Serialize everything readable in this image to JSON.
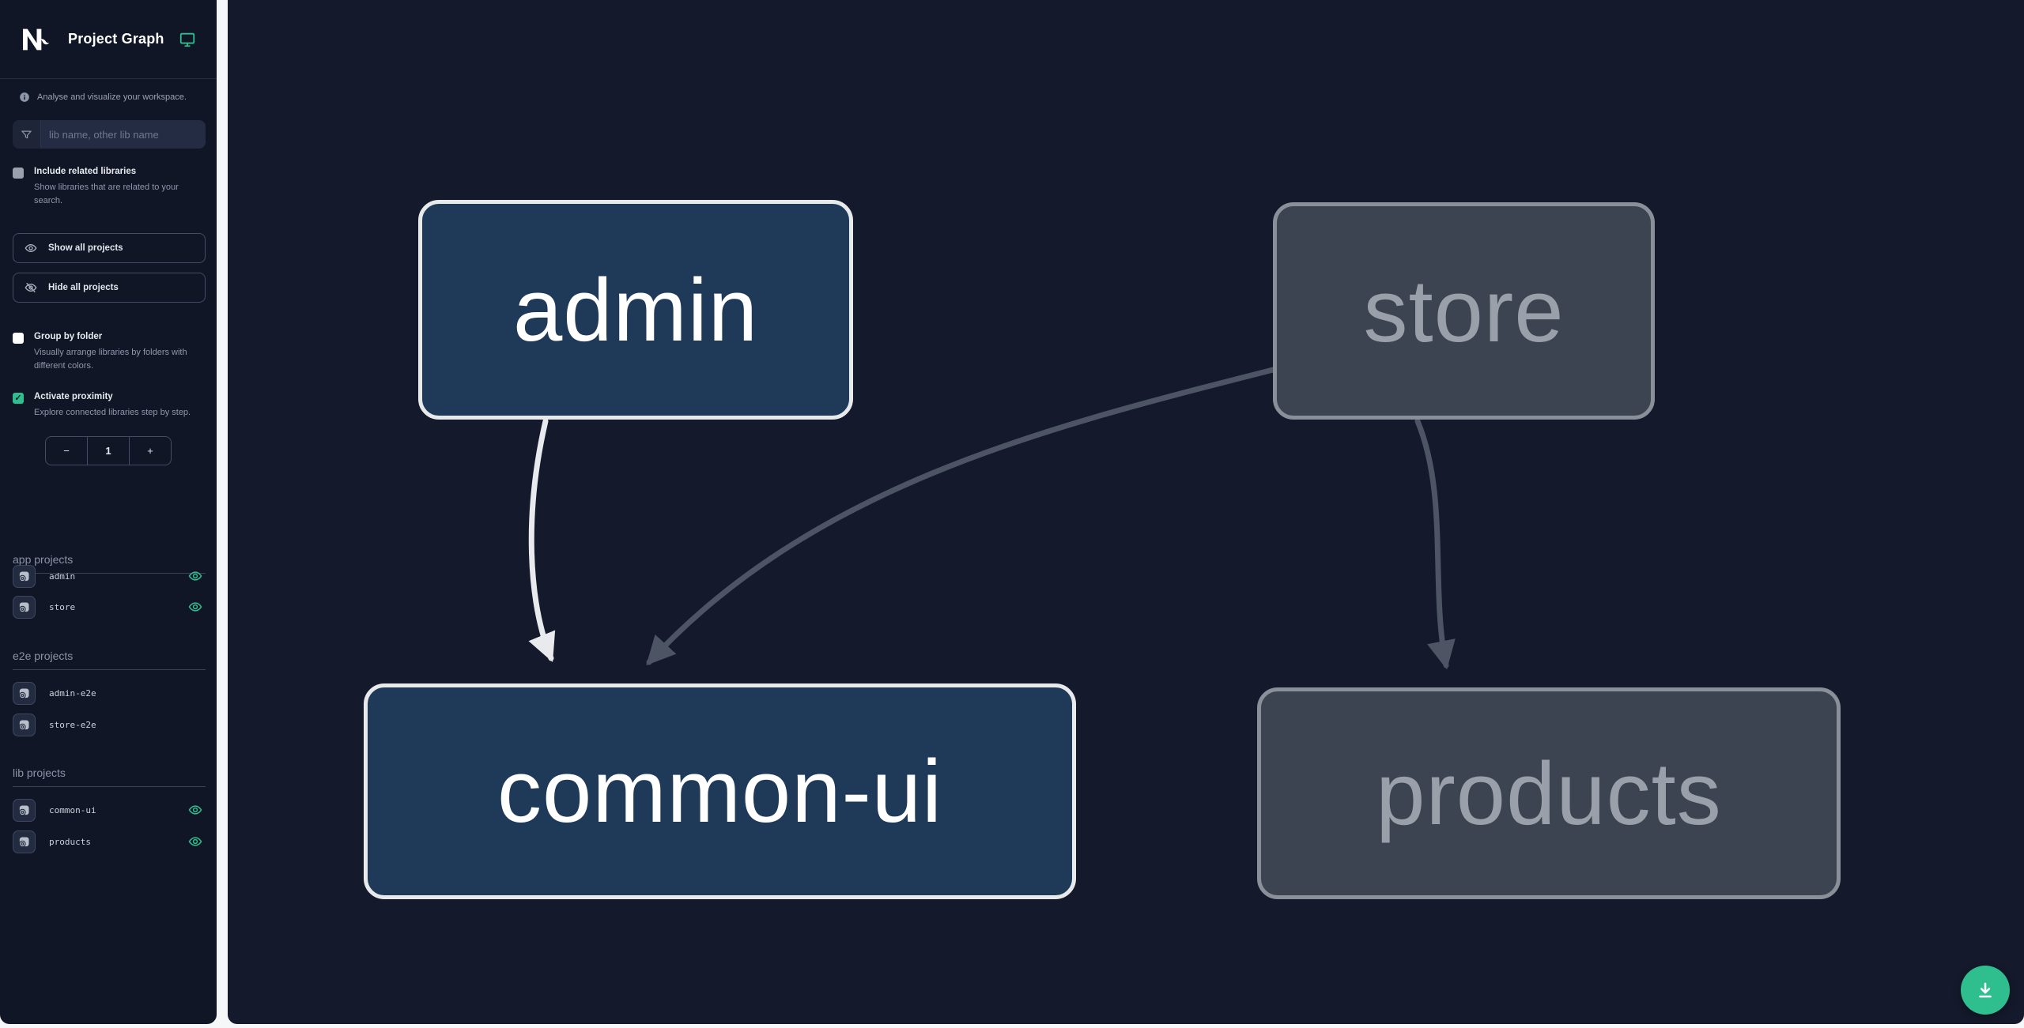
{
  "header": {
    "title": "Project Graph"
  },
  "intro": {
    "text": "Analyse and visualize your workspace."
  },
  "filter": {
    "placeholder": "lib name, other lib name"
  },
  "options": {
    "include_related": {
      "label": "Include related libraries",
      "description": "Show libraries that are related to your search.",
      "checked": false
    },
    "group_by_folder": {
      "label": "Group by folder",
      "description": "Visually arrange libraries by folders with different colors.",
      "checked": false
    },
    "activate_proximity": {
      "label": "Activate proximity",
      "description": "Explore connected libraries step by step.",
      "checked": true,
      "check_glyph": "✓"
    }
  },
  "actions": {
    "show_all_label": "Show all projects",
    "hide_all_label": "Hide all projects"
  },
  "stepper": {
    "decrement": "−",
    "value": "1",
    "increment": "+"
  },
  "sections": [
    {
      "title": "app projects",
      "items": [
        {
          "name": "admin",
          "visible": true
        },
        {
          "name": "store",
          "visible": true
        }
      ]
    },
    {
      "title": "e2e projects",
      "items": [
        {
          "name": "admin-e2e",
          "visible": false
        },
        {
          "name": "store-e2e",
          "visible": false
        }
      ]
    },
    {
      "title": "lib projects",
      "items": [
        {
          "name": "common-ui",
          "visible": true
        },
        {
          "name": "products",
          "visible": true
        }
      ]
    }
  ],
  "graph": {
    "nodes": [
      {
        "id": "admin",
        "label": "admin",
        "state": "focused"
      },
      {
        "id": "store",
        "label": "store",
        "state": "faded"
      },
      {
        "id": "common-ui",
        "label": "common-ui",
        "state": "focused"
      },
      {
        "id": "products",
        "label": "products",
        "state": "faded"
      }
    ],
    "edges": [
      {
        "from": "admin",
        "to": "common-ui",
        "style": "highlight"
      },
      {
        "from": "store",
        "to": "common-ui",
        "style": "dimmed"
      },
      {
        "from": "store",
        "to": "products",
        "style": "dimmed"
      }
    ]
  },
  "colors": {
    "accent_green": "#2fbf8e",
    "sidebar_bg": "#101626",
    "canvas_bg": "#141a2b",
    "node_focused_bg": "#1e3a58",
    "node_focused_border": "#e8e9eb",
    "node_faded_bg": "#3c4452",
    "node_faded_border": "#8a9099",
    "edge_highlight": "#e8eaed",
    "edge_dimmed": "#4d5464"
  }
}
